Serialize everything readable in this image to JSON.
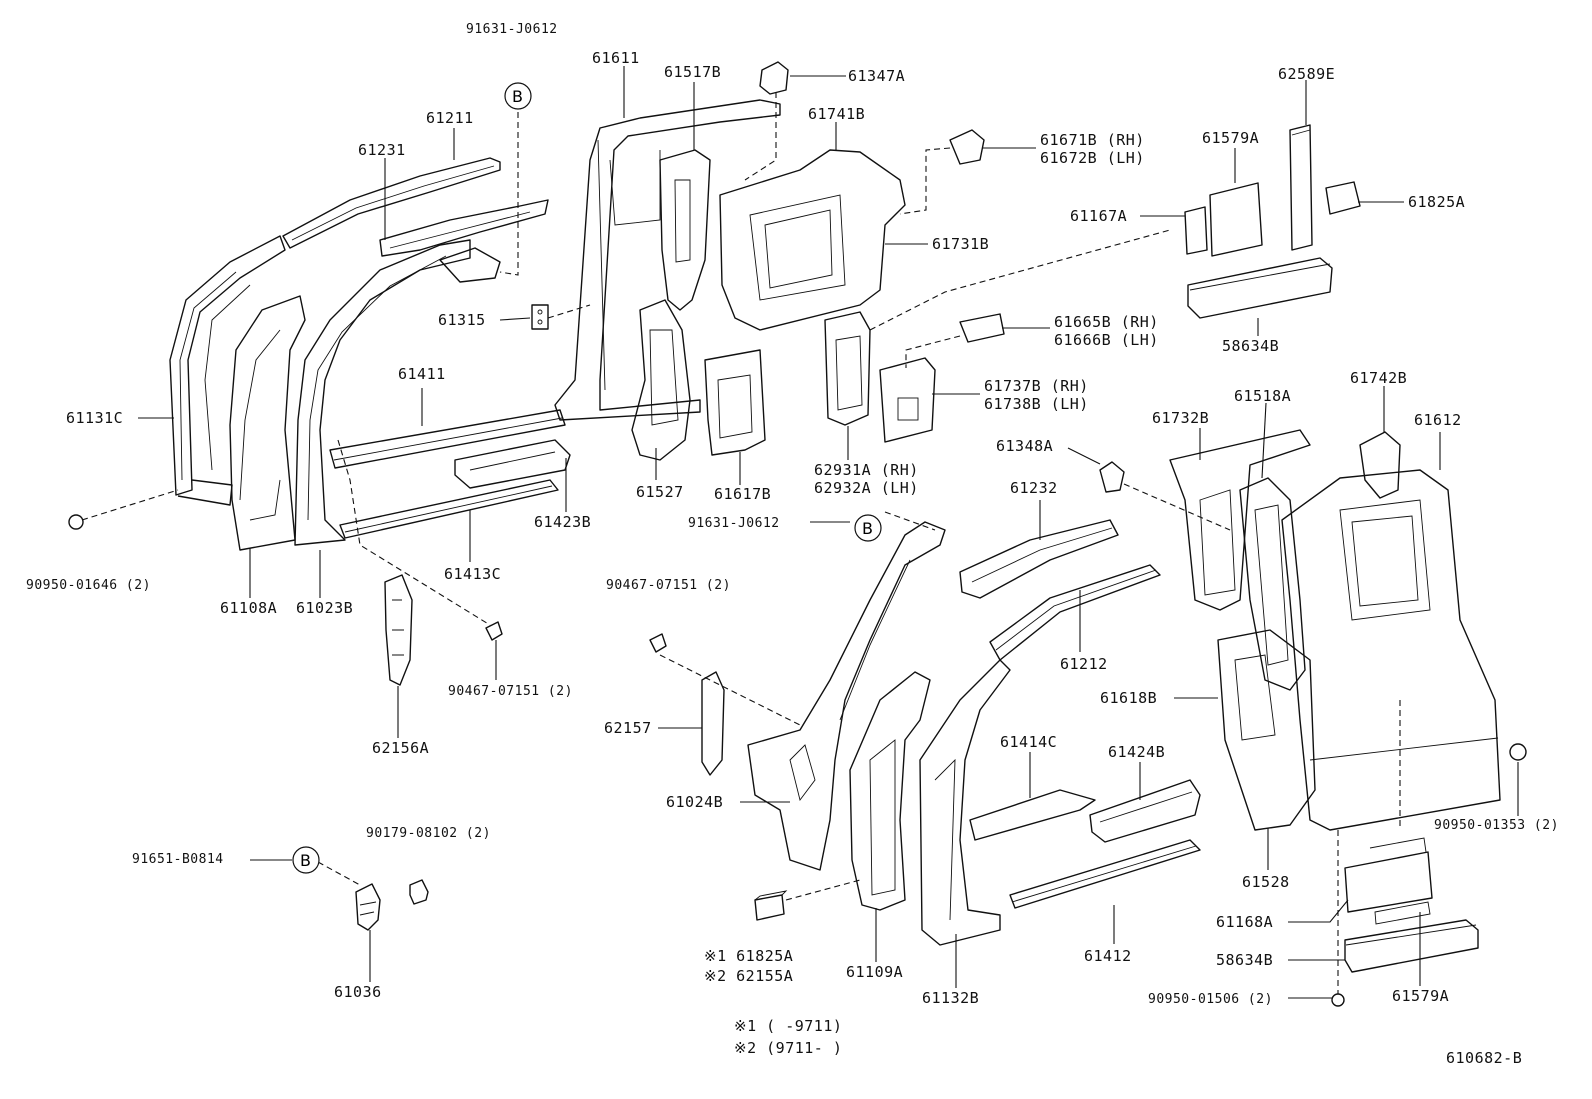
{
  "drawing_id": "610682-B",
  "labels": {
    "p91631_j0612_a": "91631-J0612",
    "p61211": "61211",
    "p61231": "61231",
    "p61611": "61611",
    "p61517b": "61517B",
    "p61347a": "61347A",
    "p61741b": "61741B",
    "p61671b": "61671B (RH)",
    "p61672b": "61672B (LH)",
    "p62589e": "62589E",
    "p61579a_top": "61579A",
    "p61825a_top": "61825A",
    "p61167a": "61167A",
    "p61731b": "61731B",
    "p61315": "61315",
    "p58634b_top": "58634B",
    "p61665b": "61665B (RH)",
    "p61666b": "61666B (LH)",
    "p61411": "61411",
    "p61131c": "61131C",
    "p61737b": "61737B (RH)",
    "p61738b": "61738B (LH)",
    "p61732b": "61732B",
    "p61518a": "61518A",
    "p61742b": "61742B",
    "p61612": "61612",
    "p61348a": "61348A",
    "p62931a": "62931A (RH)",
    "p62932a": "62932A (LH)",
    "p61423b": "61423B",
    "p61527": "61527",
    "p61617b": "61617B",
    "p61232": "61232",
    "p91631_j0612_b": "91631-J0612",
    "p90950_01646": "90950-01646 (2)",
    "p61108a": "61108A",
    "p61023b": "61023B",
    "p61413c": "61413C",
    "p90467_07151_r": "90467-07151 (2)",
    "p90467_07151_l": "90467-07151 (2)",
    "p61212": "61212",
    "p61618b": "61618B",
    "p62156a": "62156A",
    "p62157": "62157",
    "p61414c": "61414C",
    "p61424b": "61424B",
    "p61024b": "61024B",
    "p90950_01353": "90950-01353 (2)",
    "p90179_08102": "90179-08102 (2)",
    "p91651_b0814": "91651-B0814",
    "p61528": "61528",
    "p61168a": "61168A",
    "p61412": "61412",
    "p58634b_bot": "58634B",
    "p61825a_bot": "※1 61825A",
    "p62155a": "※2 62155A",
    "p61109a": "61109A",
    "p61132b": "61132B",
    "p61036": "61036",
    "p90950_01506": "90950-01506 (2)",
    "p61579a_bot": "61579A",
    "note1": "※1 (      -9711)",
    "note2": "※2 (9711-      )",
    "ref_b": "B"
  }
}
